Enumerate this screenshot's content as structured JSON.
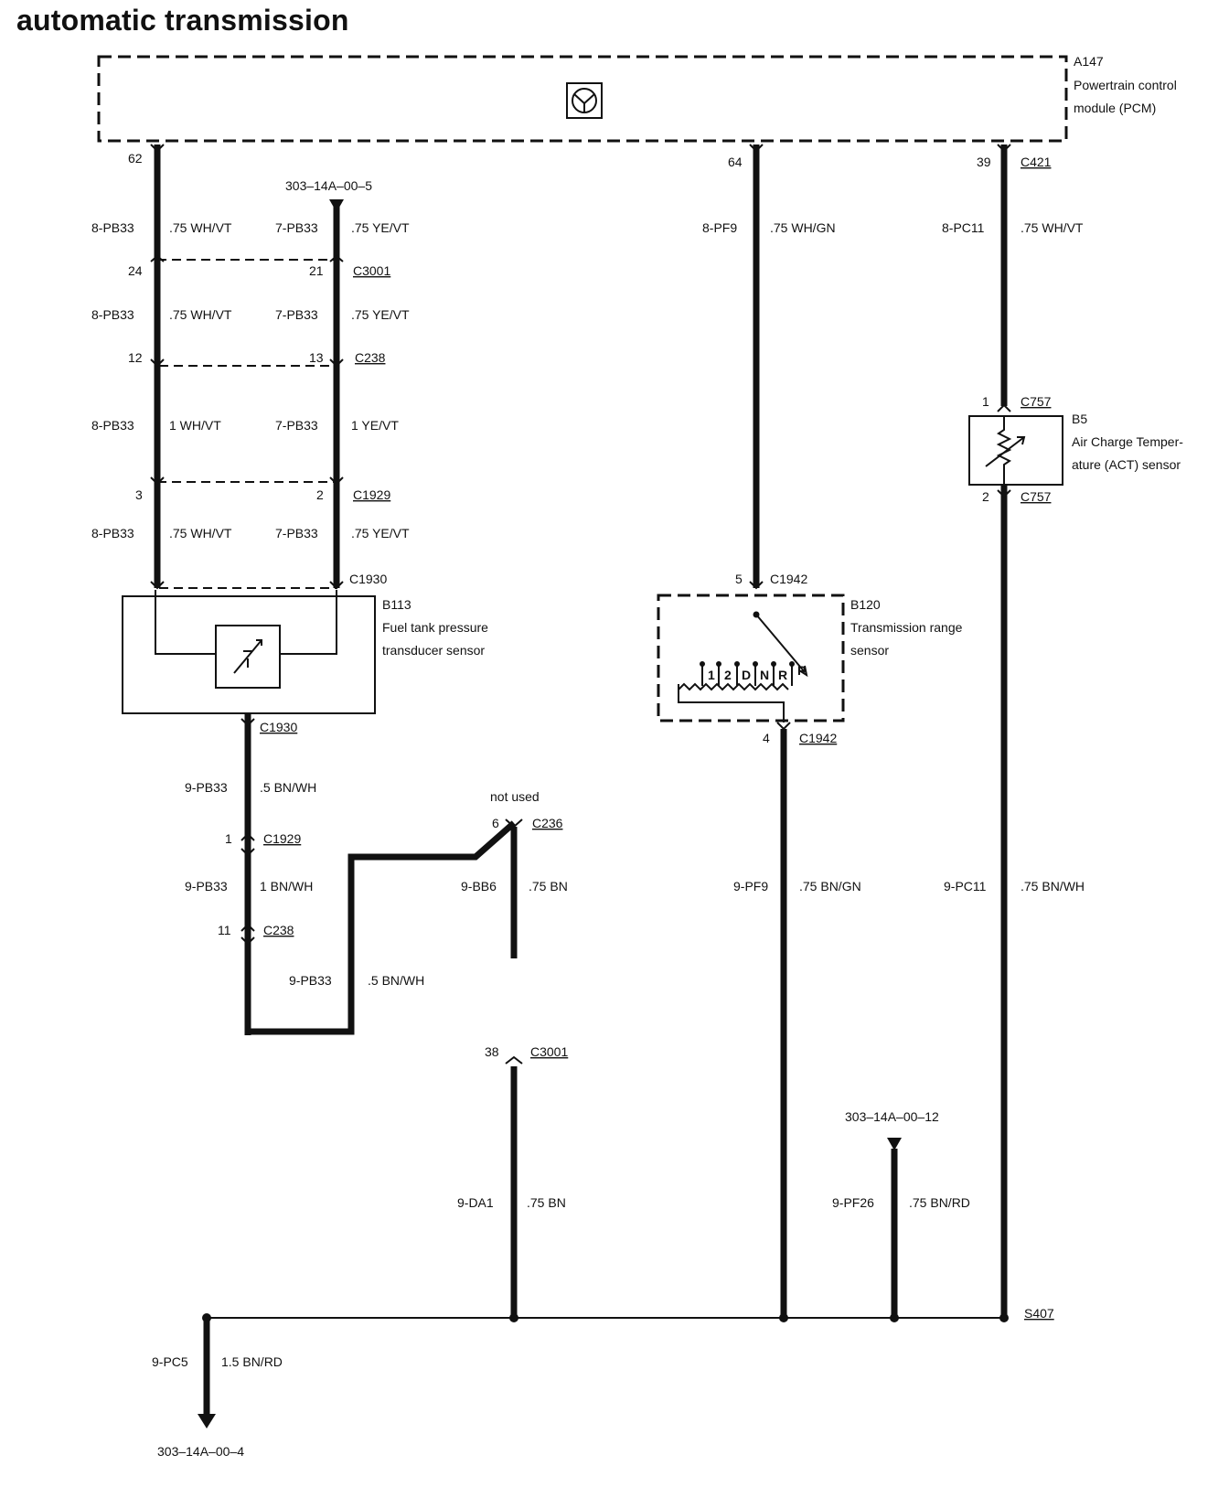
{
  "title": "automatic transmission",
  "pcm": {
    "ref": "A147",
    "name_line1": "Powertrain control",
    "name_line2": "module (PCM)"
  },
  "pins": {
    "p62": "62",
    "p64": "64",
    "p39": "39"
  },
  "connectors": {
    "c421": "C421",
    "c3001_top": "C3001",
    "c238_top": "C238",
    "c1929_top": "C1929",
    "c1930_top": "C1930",
    "c1930_bot": "C1930",
    "c1929_bot": "C1929",
    "c238_bot": "C238",
    "c236": "C236",
    "c3001_bot": "C3001",
    "c1942_top": "C1942",
    "c1942_bot": "C1942",
    "c757_top": "C757",
    "c757_bot": "C757",
    "s407": "S407"
  },
  "pin_numbers": {
    "n24": "24",
    "n21": "21",
    "n12": "12",
    "n13": "13",
    "n3": "3",
    "n2": "2",
    "n1_c1929": "1",
    "n11_c238": "11",
    "n6_c236": "6",
    "n38_c3001": "38",
    "n5_c1942": "5",
    "n4_c1942": "4",
    "n1_c757": "1",
    "n2_c757": "2"
  },
  "refs": {
    "top_ref": "303–14A–00–5",
    "right_ref": "303–14A–00–12",
    "bottom_ref": "303–14A–00–4",
    "not_used": "not used"
  },
  "wires": {
    "w1_id": "8-PB33",
    "w1_spec": ".75 WH/VT",
    "w2_id": "7-PB33",
    "w2_spec": ".75 YE/VT",
    "w3_id": "8-PB33",
    "w3_spec": ".75 WH/VT",
    "w4_id": "7-PB33",
    "w4_spec": ".75 YE/VT",
    "w5_id": "8-PB33",
    "w5_spec": "1 WH/VT",
    "w6_id": "7-PB33",
    "w6_spec": "1 YE/VT",
    "w7_id": "8-PB33",
    "w7_spec": ".75 WH/VT",
    "w8_id": "7-PB33",
    "w8_spec": ".75 YE/VT",
    "w9_id": "9-PB33",
    "w9_spec": ".5 BN/WH",
    "w10_id": "9-PB33",
    "w10_spec": "1 BN/WH",
    "w11_id": "9-PB33",
    "w11_spec": ".5 BN/WH",
    "w12_id": "9-BB6",
    "w12_spec": ".75 BN",
    "w13_id": "9-DA1",
    "w13_spec": ".75 BN",
    "w14_id": "8-PF9",
    "w14_spec": ".75 WH/GN",
    "w15_id": "9-PF9",
    "w15_spec": ".75 BN/GN",
    "w16_id": "9-PF26",
    "w16_spec": ".75 BN/RD",
    "w17_id": "8-PC11",
    "w17_spec": ".75 WH/VT",
    "w18_id": "9-PC11",
    "w18_spec": ".75 BN/WH",
    "w19_id": "9-PC5",
    "w19_spec": "1.5 BN/RD"
  },
  "components": {
    "b113_ref": "B113",
    "b113_l1": "Fuel tank pressure",
    "b113_l2": "transducer sensor",
    "b120_ref": "B120",
    "b120_l1": "Transmission range",
    "b120_l2": "sensor",
    "b5_ref": "B5",
    "b5_l1": "Air Charge Temper-",
    "b5_l2": "ature (ACT) sensor",
    "gear_positions": [
      "1",
      "2",
      "D",
      "N",
      "R",
      "P"
    ]
  }
}
